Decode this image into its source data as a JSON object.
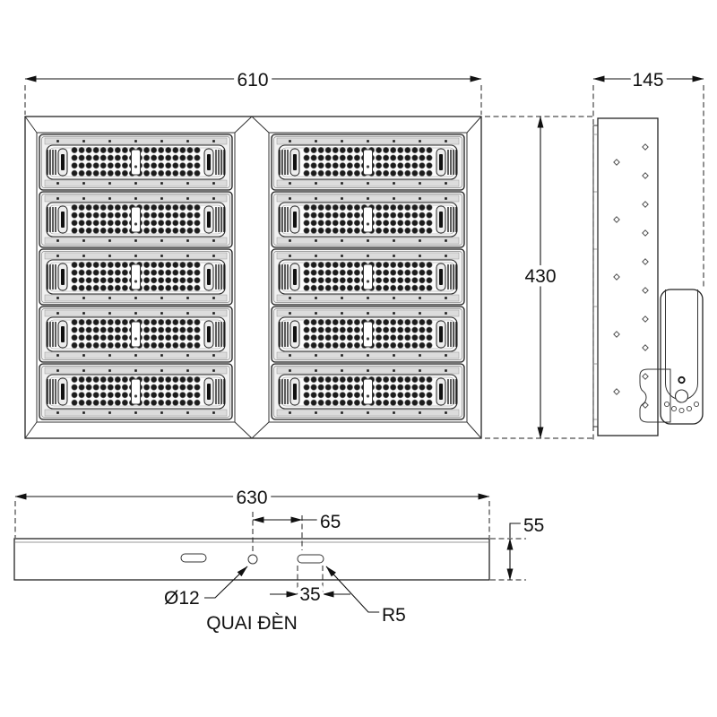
{
  "colors": {
    "line": "#1f1f1f",
    "thin_line": "#666666",
    "module_fill": "#f1f1f1",
    "led_dot": "#1b1b1b",
    "background": "#ffffff"
  },
  "views": {
    "front": {
      "dim_width": "610",
      "dim_height": "430",
      "module_columns": 2,
      "module_rows": 5,
      "led_rows_per_module": 4,
      "leds_per_row": 18
    },
    "side": {
      "dim_depth": "145",
      "screw_rows": 5
    },
    "bottom": {
      "dim_length": "630",
      "dim_height": "55",
      "dim_hole_offset": "65",
      "dim_slot_length": "35",
      "label_hole_diameter": "Ø12",
      "label_slot_radius": "R5",
      "label_handle": "QUAI ĐÈN"
    }
  }
}
